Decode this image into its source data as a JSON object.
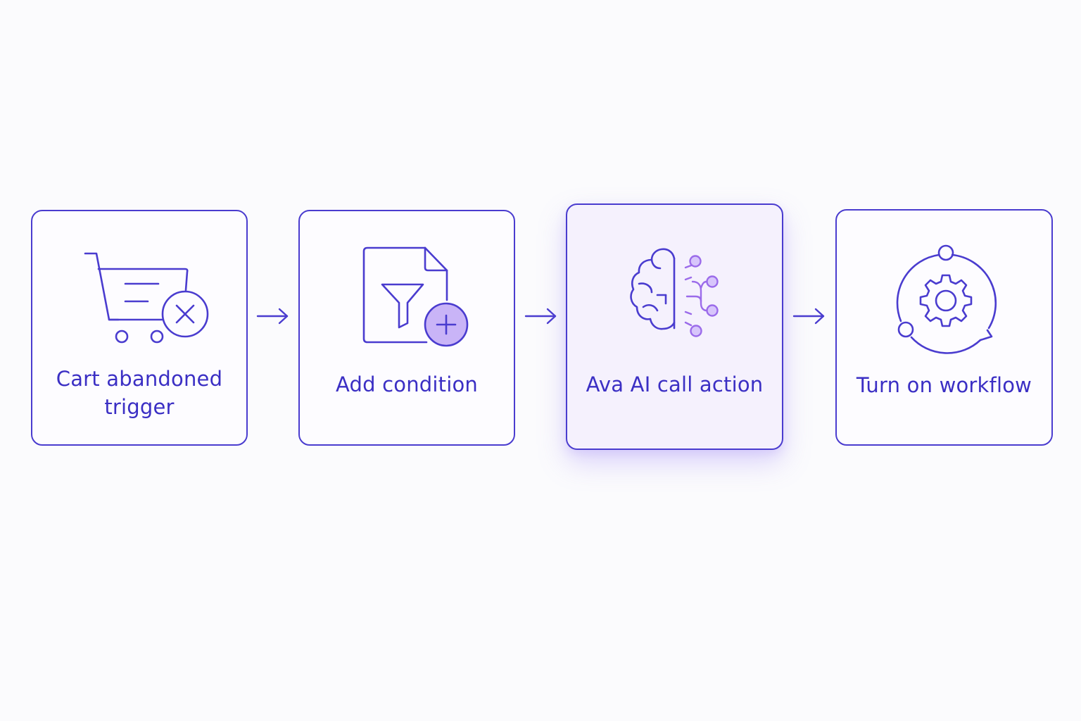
{
  "colors": {
    "accent": "#4a3ccf",
    "label": "#3b2fc4",
    "highlight_fill": "#f5f1fd",
    "icon_secondary": "#9b6bea",
    "background": "#fbfbfd"
  },
  "steps": [
    {
      "label": "Cart abandoned trigger",
      "icon": "cart-x-icon",
      "highlighted": false
    },
    {
      "label": "Add condition",
      "icon": "filter-document-plus-icon",
      "highlighted": false
    },
    {
      "label": "Ava AI call action",
      "icon": "ai-brain-network-icon",
      "highlighted": true
    },
    {
      "label": "Turn on workflow",
      "icon": "gear-cycle-icon",
      "highlighted": false
    }
  ],
  "connectors": [
    {
      "icon": "arrow-right-icon"
    },
    {
      "icon": "arrow-right-icon"
    },
    {
      "icon": "arrow-right-icon"
    }
  ]
}
